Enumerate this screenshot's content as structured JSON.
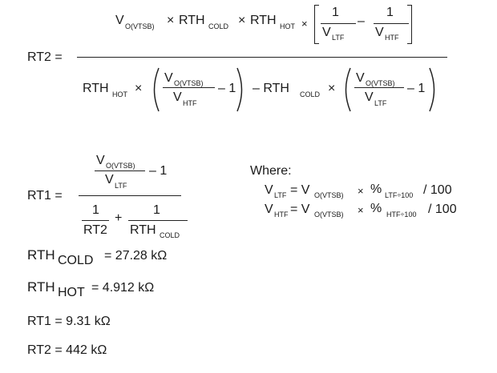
{
  "rt2": {
    "label": "RT2 =",
    "num": {
      "vo": "V",
      "vo_sub": "O(VTSB)",
      "times1": "×",
      "rth": "RTH",
      "cold_sub": "COLD",
      "times2": "×",
      "hot_sub": "HOT",
      "times3": "×",
      "one_a": "1",
      "v_a": "V",
      "ltf_sub": "LTF",
      "minus": "–",
      "one_b": "1",
      "v_b": "V",
      "htf_sub": "HTF"
    },
    "den": {
      "rth_hot": "RTH",
      "hot_sub": "HOT",
      "times_a": "×",
      "vo_a": "V",
      "vo_a_sub": "O(VTSB)",
      "v_htf": "V",
      "htf_sub": "HTF",
      "minus_one_a": "– 1",
      "minus_mid": "– RTH",
      "cold_sub": "COLD",
      "times_b": "×",
      "vo_b": "V",
      "vo_b_sub": "O(VTSB)",
      "v_ltf": "V",
      "ltf_sub": "LTF",
      "minus_one_b": "– 1"
    }
  },
  "rt1": {
    "label": "RT1 =",
    "num": {
      "vo": "V",
      "vo_sub": "O(VTSB)",
      "v_ltf": "V",
      "ltf_sub": "LTF",
      "minus_one": "– 1"
    },
    "den": {
      "one_a": "1",
      "rt2": "RT2",
      "plus": "+",
      "one_b": "1",
      "rthc": "RTH",
      "cold_sub": "COLD"
    }
  },
  "where": {
    "title": "Where:",
    "line1": {
      "v": "V",
      "ltf": "LTF",
      "eq": "= V",
      "vo_sub": "O(VTSB)",
      "times": "×",
      "pct": "%",
      "ltf100": "LTF÷100",
      "div": "/ 100"
    },
    "line2": {
      "v": "V",
      "htf": "HTF",
      "eq": "= V",
      "vo_sub": "O(VTSB)",
      "times": "×",
      "pct": "%",
      "htf100": "HTF÷100",
      "div": "/ 100"
    }
  },
  "values": {
    "rthcold": {
      "rth": "RTH",
      "sub": "COLD",
      "val": "= 27.28 kΩ"
    },
    "rthhot": {
      "rth": "RTH",
      "sub": "HOT",
      "val": "= 4.912 kΩ"
    },
    "rt1": "RT1 = 9.31 kΩ",
    "rt2": "RT2 = 442 kΩ"
  }
}
